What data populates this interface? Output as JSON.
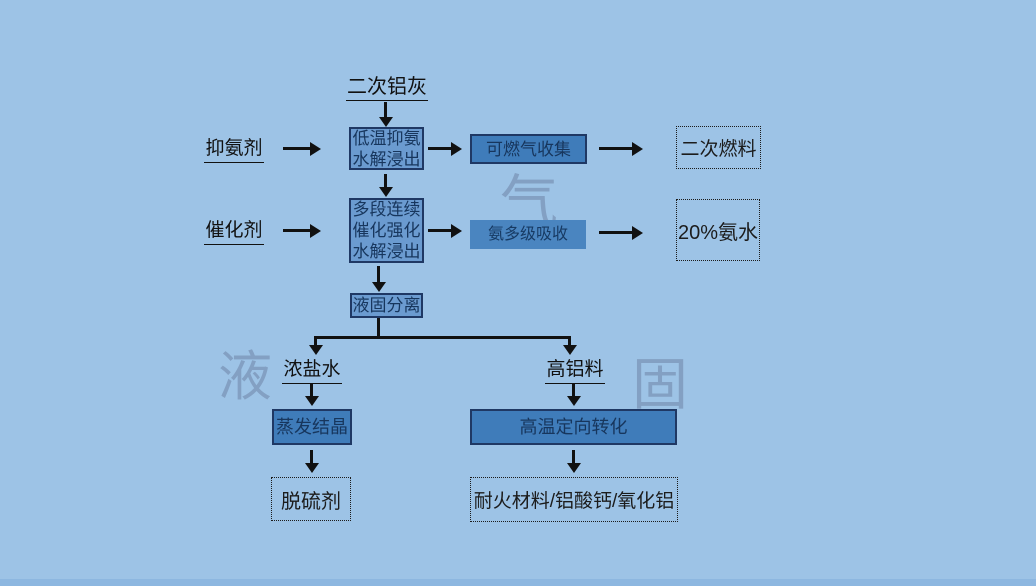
{
  "diagram": {
    "title_source": "二次铝灰",
    "reagents": {
      "ammonia_inhibitor": "抑氨剂",
      "catalyst": "催化剂"
    },
    "processes": {
      "low_temp_hydrolysis": {
        "line1": "低温抑氨",
        "line2": "水解浸出"
      },
      "multi_stage_hydrolysis": {
        "line1": "多段连续",
        "line2": "催化强化",
        "line3": "水解浸出"
      },
      "combustible_gas_collection": "可燃气收集",
      "ammonia_multistage_absorption": "氨多级吸收",
      "solid_liquid_separation": "液固分离",
      "evaporative_crystallization": "蒸发结晶",
      "high_temp_directional_conversion": "高温定向转化"
    },
    "intermediates": {
      "concentrated_brine": "浓盐水",
      "high_aluminum_material": "高铝料"
    },
    "products": {
      "secondary_fuel": "二次燃料",
      "ammonia_water": "20%氨水",
      "desulfurizer": "脱硫剂",
      "refractory": "耐火材料/铝酸钙/氧化铝"
    },
    "watermarks": {
      "gas": "气",
      "liquid": "液",
      "solid": "固"
    },
    "colors": {
      "background": "#9dc3e6",
      "box_light_fill": "#6b9bd0",
      "box_medium_fill": "#3f7cba",
      "box_plain_fill": "#4a85c0",
      "box_border": "#1f3864",
      "box_text": "#17365d",
      "label_text": "#111111",
      "arrow": "#111111"
    }
  }
}
